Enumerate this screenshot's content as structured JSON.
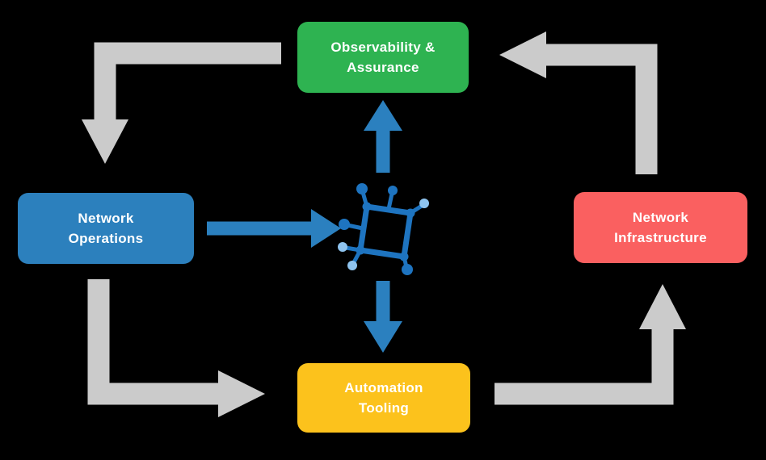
{
  "canvas": {
    "background_color": "#000000"
  },
  "nodes": {
    "observability": {
      "label": "Observability &\nAssurance",
      "color": "#2eb351",
      "text_color": "#ffffff"
    },
    "operations": {
      "label": "Network\nOperations",
      "color": "#2c80bd",
      "text_color": "#ffffff"
    },
    "infrastructure": {
      "label": "Network\nInfrastructure",
      "color": "#fa6060",
      "text_color": "#ffffff"
    },
    "automation": {
      "label": "Automation\nTooling",
      "color": "#fcc21c",
      "text_color": "#ffffff"
    }
  },
  "icon": {
    "name": "network-nodes-icon",
    "primary_color": "#1e74c0",
    "secondary_color": "#8fc4ef"
  },
  "arrows": {
    "gray_color": "#cbcbcb",
    "blue_color": "#2b80bf",
    "flows": [
      {
        "from": "observability",
        "to": "operations",
        "style": "gray"
      },
      {
        "from": "operations",
        "to": "automation",
        "style": "gray"
      },
      {
        "from": "automation",
        "to": "infrastructure",
        "style": "gray"
      },
      {
        "from": "infrastructure",
        "to": "observability",
        "style": "gray"
      },
      {
        "from": "operations",
        "to": "center-icon",
        "style": "blue"
      },
      {
        "from": "center-icon",
        "to": "observability",
        "style": "blue"
      },
      {
        "from": "center-icon",
        "to": "automation",
        "style": "blue"
      }
    ]
  }
}
